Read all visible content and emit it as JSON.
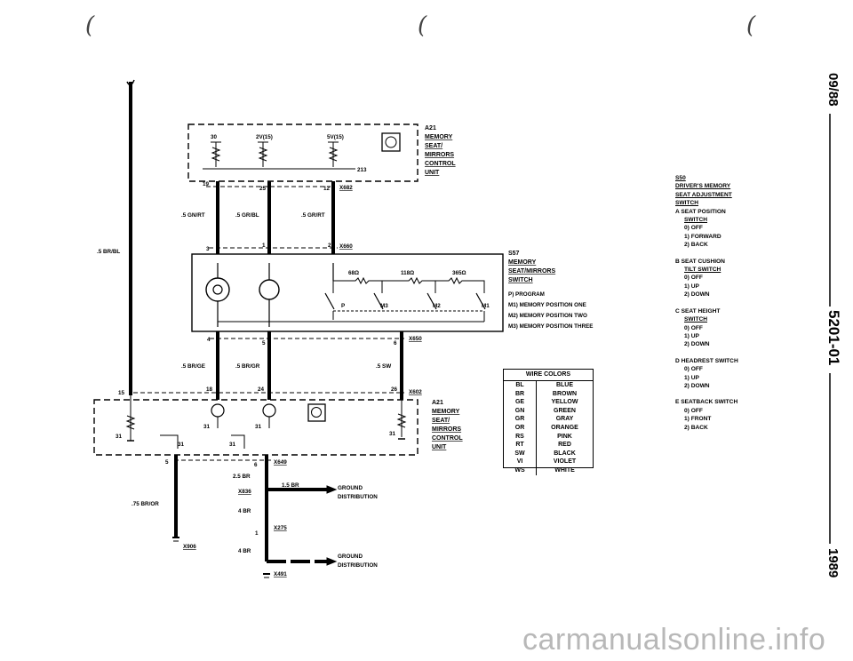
{
  "units": {
    "a21_label": [
      "A21",
      "MEMORY",
      "SEAT/",
      "MIRRORS",
      "CONTROL",
      "UNIT"
    ],
    "s57_label": [
      "S57",
      "MEMORY",
      "SEAT/MIRRORS",
      "SWITCH"
    ],
    "s57_notes": [
      "P) PROGRAM",
      "M1) MEMORY POSITION ONE",
      "M2) MEMORY POSITION TWO",
      "M3) MEMORY POSITION THREE"
    ]
  },
  "pins": {
    "top_a": "30",
    "top_b": "2V(15)",
    "top_c": "5V(15)",
    "p213": "213",
    "x682": "X682",
    "p19": "19",
    "p25": "25",
    "p12": "12",
    "x660": "X660",
    "p3": "3",
    "p1": "1",
    "p2": "2",
    "x650": "X650",
    "p4": "4",
    "p5": "5",
    "p6": "6",
    "x602": "X602",
    "p15": "15",
    "p18": "18",
    "p24": "24",
    "p26": "26",
    "g31": "31",
    "x649": "X649",
    "p5b": "5",
    "p6b": "6",
    "x836": "X836",
    "x275": "X275",
    "p1b": "1",
    "x906": "X906",
    "x491": "X491"
  },
  "wires": {
    "w_brbl": ".5 BR/BL",
    "w_gnrt": ".5 GN/RT",
    "w_grbl": ".5 GR/BL",
    "w_grrt": ".5 GR/RT",
    "w_brge": ".5 BR/GE",
    "w_brgr": ".5 BR/GR",
    "w_sw": ".5 SW",
    "w_25br": "2.5 BR",
    "w_15br": "1.5 BR",
    "w_4br_a": "4 BR",
    "w_4br_b": "4 BR",
    "w_bror": ".75 BR/OR"
  },
  "switch": {
    "r1": "68Ω",
    "r2": "118Ω",
    "r3": "365Ω",
    "sw_p": "P",
    "sw_m3": "M3",
    "sw_m2": "M2",
    "sw_m1": "M1"
  },
  "ground": {
    "gd1": [
      "GROUND",
      "DISTRIBUTION"
    ],
    "gd2": [
      "GROUND",
      "DISTRIBUTION"
    ]
  },
  "wire_colors": {
    "title": "WIRE COLORS",
    "rows": [
      [
        "BL",
        "BLUE"
      ],
      [
        "BR",
        "BROWN"
      ],
      [
        "GE",
        "YELLOW"
      ],
      [
        "GN",
        "GREEN"
      ],
      [
        "GR",
        "GRAY"
      ],
      [
        "OR",
        "ORANGE"
      ],
      [
        "RS",
        "PINK"
      ],
      [
        "RT",
        "RED"
      ],
      [
        "SW",
        "BLACK"
      ],
      [
        "VI",
        "VIOLET"
      ],
      [
        "WS",
        "WHITE"
      ]
    ]
  },
  "legend": {
    "s50": "S50",
    "s50_title": [
      "DRIVER'S MEMORY",
      "SEAT ADJUSTMENT",
      "SWITCH"
    ],
    "a_title": "A SEAT POSITION",
    "a_sub": "SWITCH",
    "a_items": [
      "0) OFF",
      "1) FORWARD",
      "2) BACK"
    ],
    "b_title": "B SEAT CUSHION",
    "b_sub": "TILT SWITCH",
    "b_items": [
      "0) OFF",
      "1) UP",
      "2) DOWN"
    ],
    "c_title": "C SEAT HEIGHT",
    "c_sub": "SWITCH",
    "c_items": [
      "0) OFF",
      "1) UP",
      "2) DOWN"
    ],
    "d_title": "D HEADREST SWITCH",
    "d_items": [
      "0) OFF",
      "1) UP",
      "2) DOWN"
    ],
    "e_title": "E SEATBACK SWITCH",
    "e_items": [
      "0) OFF",
      "1) FRONT",
      "2) BACK"
    ]
  },
  "margin": {
    "date": "09/88",
    "code": "5201-01",
    "year": "1989"
  },
  "watermark": "carmanualsonline.info"
}
